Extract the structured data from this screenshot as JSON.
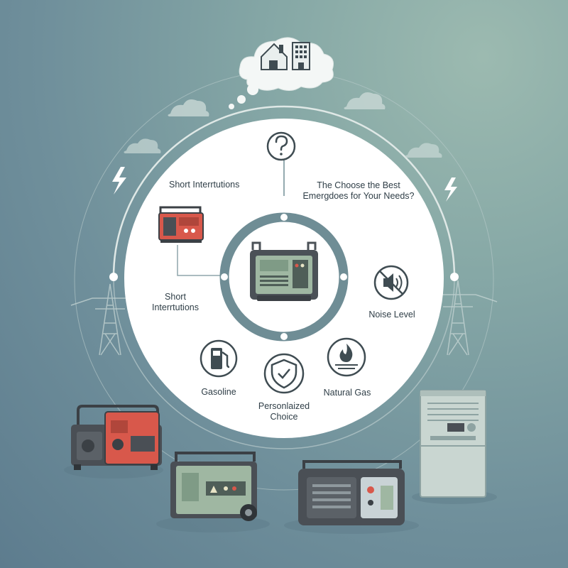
{
  "header": {
    "question": "The Choose the Best Emergdoes for Your Needs?"
  },
  "labels": {
    "short_interruptions_top": "Short Interrtutions",
    "short_interruptions_mid_line1": "Short",
    "short_interruptions_mid_line2": "Interrtutions",
    "noise_level": "Noise Level",
    "gasoline": "Gasoline",
    "personalized_choice_line1": "Personlaized",
    "personalized_choice_line2": "Choice",
    "natural_gas": "Natural Gas"
  },
  "icons": [
    "home-icon",
    "building-icon",
    "question-icon",
    "lightning-icon",
    "cloud-icon",
    "power-tower-icon",
    "no-noise-icon",
    "fuel-pump-icon",
    "shield-check-icon",
    "flame-icon",
    "generator-icon"
  ],
  "colors": {
    "red_generator": "#d8584b",
    "green_generator": "#9fb7a2",
    "dark_generator": "#4a4f55",
    "circle_fill": "#ffffff",
    "ring": "#6f8d95"
  }
}
